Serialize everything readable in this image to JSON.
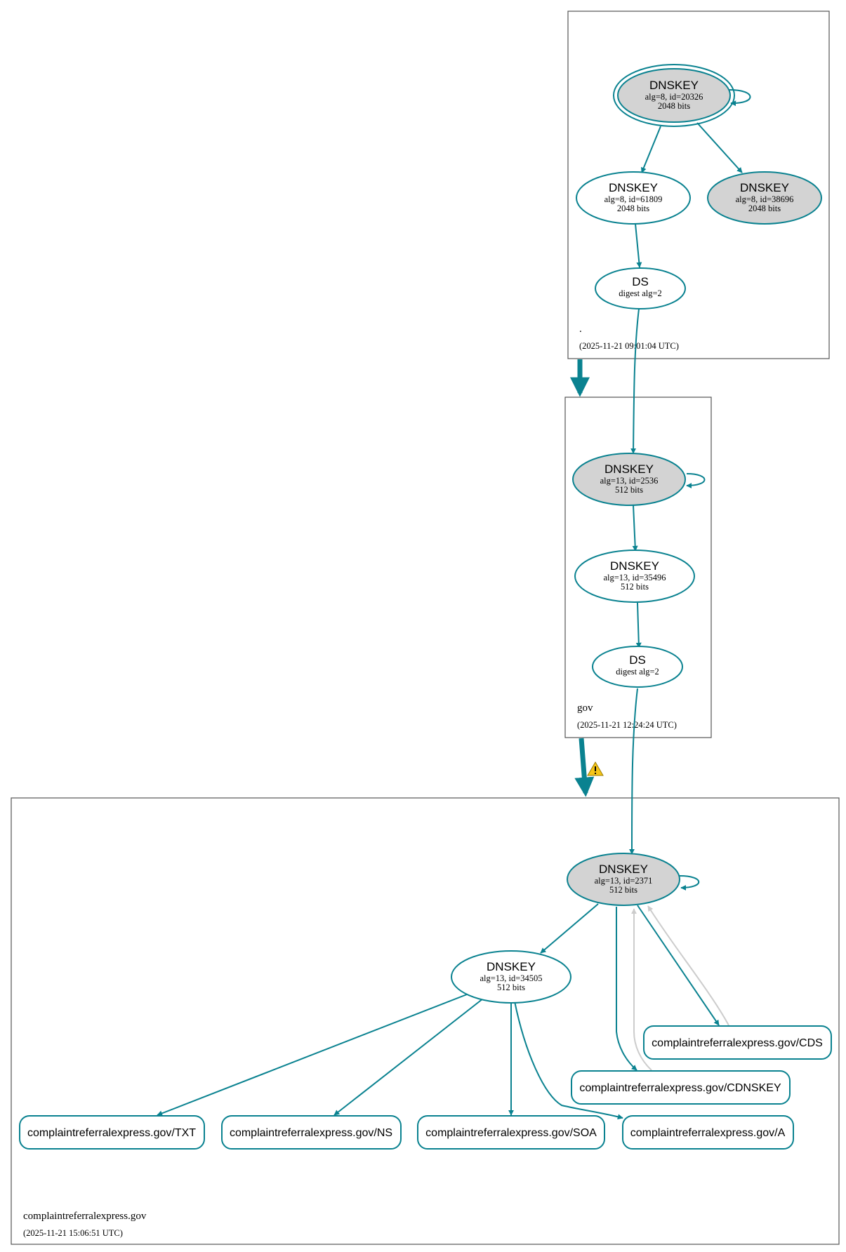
{
  "colors": {
    "accent": "#0a8290",
    "key_fill_gray": "#d3d3d3",
    "inactive_edge": "#cccccc",
    "warning": "#f5c518"
  },
  "zones": {
    "root": {
      "name": ".",
      "timestamp": "(2025-11-21 09:01:04 UTC)"
    },
    "gov": {
      "name": "gov",
      "timestamp": "(2025-11-21 12:24:24 UTC)"
    },
    "domain": {
      "name": "complaintreferralexpress.gov",
      "timestamp": "(2025-11-21 15:06:51 UTC)"
    }
  },
  "nodes": {
    "root_ksk": {
      "title": "DNSKEY",
      "line1": "alg=8, id=20326",
      "line2": "2048 bits"
    },
    "root_zsk": {
      "title": "DNSKEY",
      "line1": "alg=8, id=61809",
      "line2": "2048 bits"
    },
    "root_key3": {
      "title": "DNSKEY",
      "line1": "alg=8, id=38696",
      "line2": "2048 bits"
    },
    "root_ds": {
      "title": "DS",
      "line1": "digest alg=2"
    },
    "gov_ksk": {
      "title": "DNSKEY",
      "line1": "alg=13, id=2536",
      "line2": "512 bits"
    },
    "gov_zsk": {
      "title": "DNSKEY",
      "line1": "alg=13, id=35496",
      "line2": "512 bits"
    },
    "gov_ds": {
      "title": "DS",
      "line1": "digest alg=2"
    },
    "dom_ksk": {
      "title": "DNSKEY",
      "line1": "alg=13, id=2371",
      "line2": "512 bits"
    },
    "dom_zsk": {
      "title": "DNSKEY",
      "line1": "alg=13, id=34505",
      "line2": "512 bits"
    }
  },
  "records": {
    "cds": "complaintreferralexpress.gov/CDS",
    "cdnskey": "complaintreferralexpress.gov/CDNSKEY",
    "txt": "complaintreferralexpress.gov/TXT",
    "ns": "complaintreferralexpress.gov/NS",
    "soa": "complaintreferralexpress.gov/SOA",
    "a": "complaintreferralexpress.gov/A"
  },
  "warning_icon": "warning-triangle-icon"
}
